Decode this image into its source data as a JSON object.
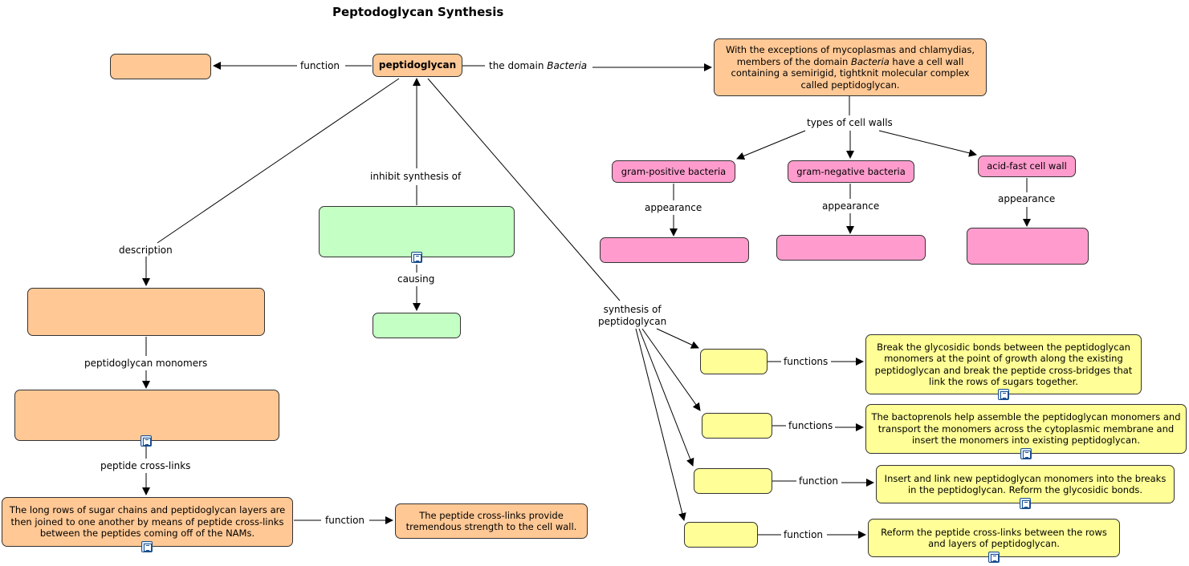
{
  "title": "Peptodoglycan Synthesis",
  "nodes": {
    "peptidoglycan": "peptidoglycan",
    "cell_wall_text": [
      "With the exceptions of mycoplasmas and chlamydias,",
      "members of the domain ",
      "Bacteria",
      " have a cell wall containing a semirigid, tightknit molecular complex called peptidoglycan."
    ],
    "gram_positive": "gram-positive bacteria",
    "gram_negative": "gram-negative bacteria",
    "acid_fast": "acid-fast cell wall",
    "long_rows": "The long rows of sugar chains and peptidoglycan layers are then joined to one another by means of peptide cross-links between the peptides coming off of the NAMs.",
    "cross_links_strength": "The peptide cross-links provide tremendous strength to the cell wall.",
    "break_bonds": "Break the glycosidic bonds between the peptidoglycan monomers at the point of growth along the existing peptidoglycan and break the peptide cross-bridges that link the rows of sugars together.",
    "bactoprenols": "The bactoprenols help assemble the peptidoglycan monomers and transport the monomers across the cytoplasmic membrane and insert the monomers into existing peptidoglycan.",
    "insert_link": "Insert and link new peptidoglycan monomers into the breaks in the peptidoglycan. Reform the glycosidic bonds.",
    "reform": "Reform the peptide cross-links between the rows and layers of peptidoglycan."
  },
  "links": {
    "function_left": "function",
    "domain_prefix": "the domain ",
    "domain_italic": "Bacteria",
    "types_of_cell_walls": "types of cell walls",
    "appearance_1": "appearance",
    "appearance_2": "appearance",
    "appearance_3": "appearance",
    "inhibit_synthesis_of": "inhibit synthesis of",
    "causing": "causing",
    "description": "description",
    "peptidoglycan_monomers": "peptidoglycan monomers",
    "peptide_cross_links": "peptide cross-links",
    "function_bottom": "function",
    "synthesis_of": "synthesis of",
    "synthesis_of_2": "peptidoglycan",
    "functions_1": "functions",
    "functions_2": "functions",
    "function_3": "function",
    "function_4": "function"
  },
  "colors": {
    "orange": "#ffc895",
    "green": "#c4ffc4",
    "pink": "#ff9ccd",
    "yellow": "#fffe97"
  },
  "icons": [
    "note-icon"
  ]
}
